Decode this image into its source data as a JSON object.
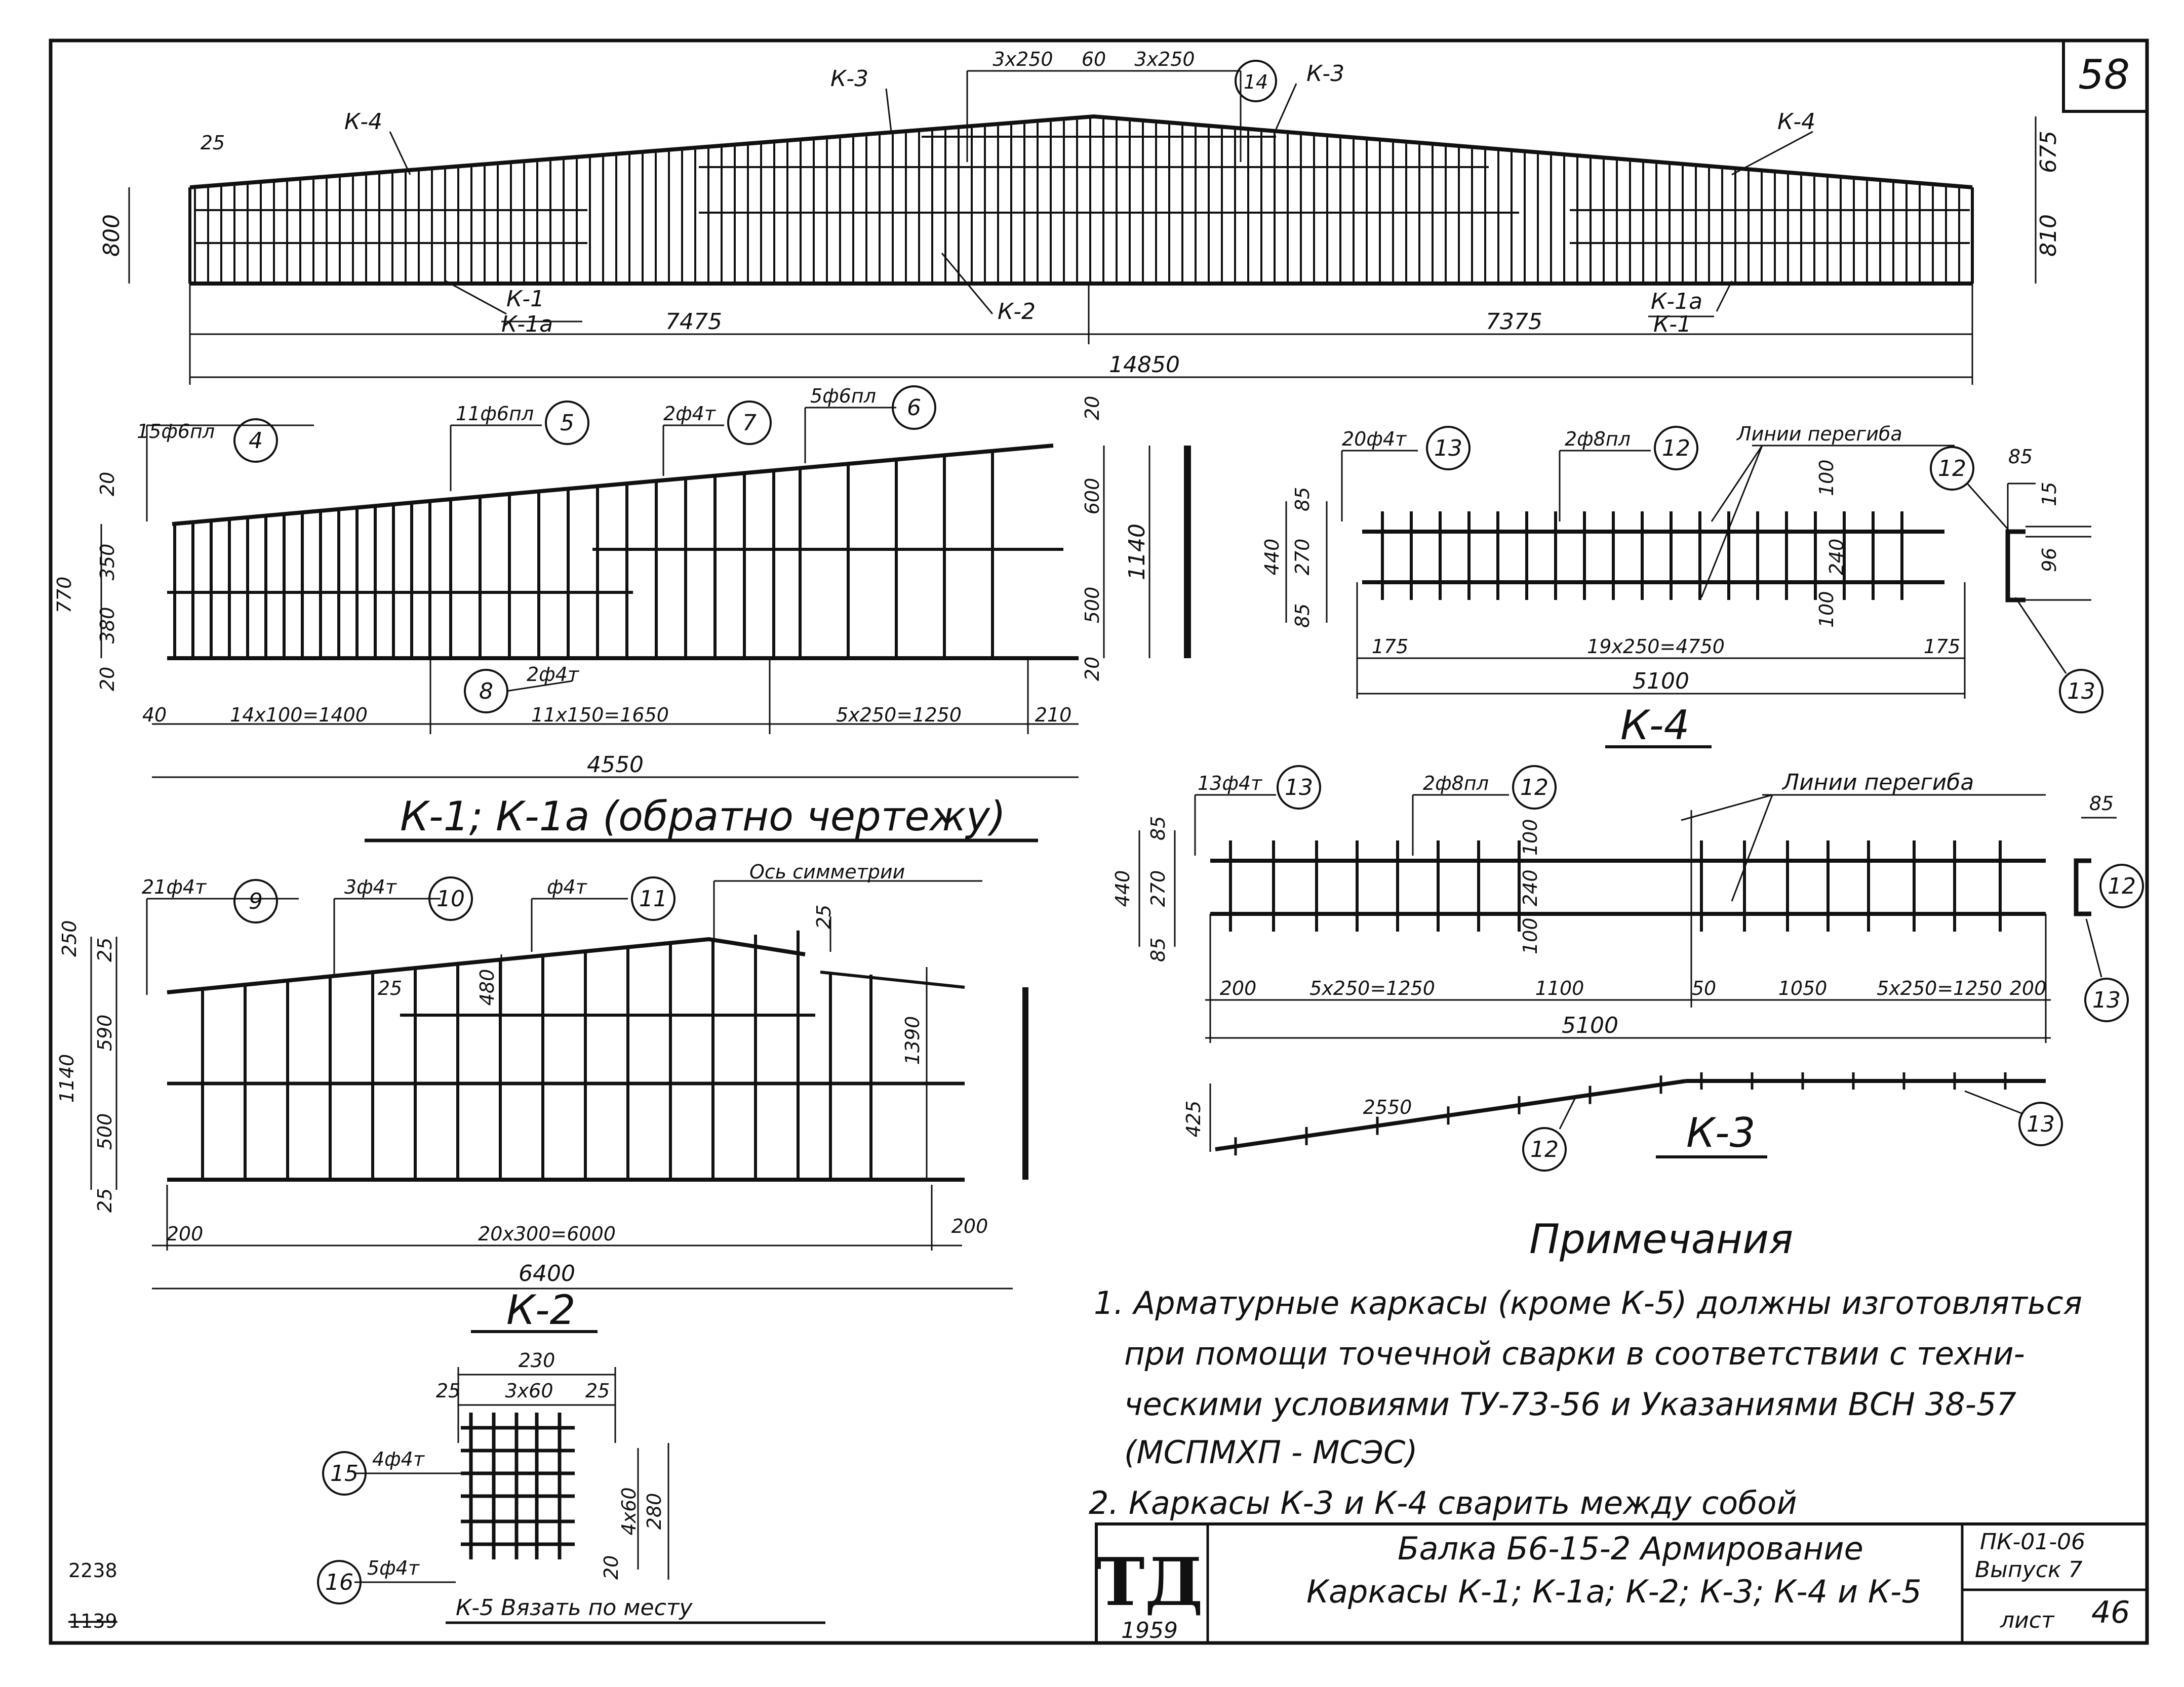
{
  "sheet": {
    "number": "58",
    "list_label": "лист",
    "list_no": "46"
  },
  "beam": {
    "label_k3": "К-3",
    "label_k4": "К-4",
    "label_k1": "К-1",
    "label_k1a": "К-1а",
    "label_k1a_r": "К-1а",
    "label_k1_r": "К-1",
    "label_k2": "К-2",
    "dim_left": "7475",
    "dim_right": "7375",
    "dim_total": "14850",
    "dim_top_l": "3x250",
    "dim_top_r": "3x250",
    "dim_top_mid": "60",
    "dim_25": "25",
    "dim_800": "800",
    "dim_675": "675",
    "dim_810": "810",
    "mark14": "14"
  },
  "k1": {
    "title": "К-1; К-1а (обратно чертежу)",
    "c4_text": "15ф6пл",
    "c4": "4",
    "c5_text": "11ф6пл",
    "c5": "5",
    "c7_text": "2ф4т",
    "c7": "7",
    "c6_text": "5ф6пл",
    "c6": "6",
    "c8": "8",
    "c8_text": "2ф4т",
    "d20a": "20",
    "d350": "350",
    "d380": "380",
    "d20b": "20",
    "d770": "770",
    "d40": "40",
    "d1400": "14x100=1400",
    "d1650": "11x150=1650",
    "d1250": "5x250=1250",
    "d210": "210",
    "d4550": "4550",
    "d20c": "20",
    "d600": "600",
    "d500": "500",
    "d20d": "20",
    "d1140": "1140"
  },
  "k4": {
    "title": "К-4",
    "c13_text": "20ф4т",
    "c13": "13",
    "c12_text": "2ф8пл",
    "c12": "12",
    "bend": "Линии перегиба",
    "d85a": "85",
    "d270": "270",
    "d85b": "85",
    "d440": "440",
    "d100a": "100",
    "d240": "240",
    "d100b": "100",
    "d175a": "175",
    "d4750": "19x250=4750",
    "d175b": "175",
    "d5100": "5100",
    "s12": "12",
    "s13": "13",
    "s85": "85",
    "s15": "15",
    "s96": "96"
  },
  "k3": {
    "title": "К-3",
    "c13_text": "13ф4т",
    "c13": "13",
    "c12_text": "2ф8пл",
    "c12": "12",
    "bend": "Линии перегиба",
    "d85a": "85",
    "d270": "270",
    "d85b": "85",
    "d440": "440",
    "d100a": "100",
    "d240": "240",
    "d100b": "100",
    "d200a": "200",
    "d1250a": "5x250=1250",
    "d1100": "1100",
    "d50": "50",
    "d1050": "1050",
    "d1250b": "5x250=1250",
    "d200b": "200",
    "d5100": "5100",
    "s85": "85",
    "s12": "12",
    "s13": "13",
    "d425": "425",
    "d2550": "2550",
    "e12": "12",
    "e13": "13"
  },
  "k2": {
    "title": "К-2",
    "c9_text": "21ф4т",
    "c9": "9",
    "c10_text": "3ф4т",
    "c10": "10",
    "c11_text": "ф4т",
    "c11": "11",
    "axis": "Ось симметрии",
    "d250": "250",
    "d25a": "25",
    "d590": "590",
    "d500": "500",
    "d25b": "25",
    "d1140": "1140",
    "d25c": "25",
    "d480": "480",
    "d25d": "25",
    "d1390": "1390",
    "d200a": "200",
    "d6000": "20x300=6000",
    "d200b": "200",
    "d6400": "6400"
  },
  "k5": {
    "title": "К-5 Вязать по месту",
    "d230": "230",
    "d25a": "25",
    "d3x60": "3x60",
    "d25b": "25",
    "d4x60": "4x60",
    "d280": "280",
    "d20": "20",
    "c15_text": "4ф4т",
    "c15": "15",
    "c16_text": "5ф4т",
    "c16": "16"
  },
  "notes": {
    "heading": "Примечания",
    "line1": "1. Арматурные каркасы (кроме К-5) должны изготовляться",
    "line2": "при помощи точечной сварки в соответствии с техни-",
    "line3": "ческими условиями ТУ-73-56 и Указаниями ВСН 38-57",
    "line4": "(МСПМХП - МСЭС)",
    "line5": "2. Каркасы К-3 и К-4 сварить между собой"
  },
  "stamp": {
    "logo": "ТД",
    "year": "1959",
    "title1": "Балка Б6-15-2 Армирование",
    "title2": "Каркасы К-1; К-1а; К-2; К-3; К-4 и К-5",
    "series": "ПК-01-06",
    "issue": "Выпуск 7"
  },
  "margin": {
    "n1": "2238",
    "n2": "1139"
  }
}
